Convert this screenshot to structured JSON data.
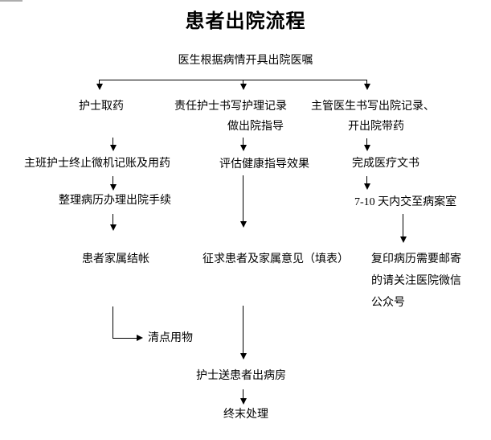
{
  "title": "患者出院流程",
  "root_step": "医生根据病情开具出院医嘱",
  "columns": {
    "left": {
      "step1": "护士取药",
      "step2": "主班护士终止微机记账及用药",
      "step3": "整理病历办理出院手续",
      "step4": "患者家属结帐",
      "side_step": "清点用物"
    },
    "middle": {
      "step1": {
        "line1": "责任护士书写护理记录",
        "line2": "做出院指导"
      },
      "step2": "评估健康指导效果",
      "step3": "征求患者及家属意见（填表）",
      "step4": "护士送患者出病房",
      "step5": "终末处理"
    },
    "right": {
      "step1": {
        "line1": "主管医生书写出院记录、",
        "line2": "开出院带药"
      },
      "step2": "完成医疗文书",
      "step3": "7-10 天内交至病案室",
      "note": {
        "line1": "复印病历需要邮寄",
        "line2": "的请关注医院微信",
        "line3": "公众号"
      }
    }
  },
  "colors": {
    "background": "#ffffff",
    "text": "#000000",
    "line": "#000000"
  }
}
